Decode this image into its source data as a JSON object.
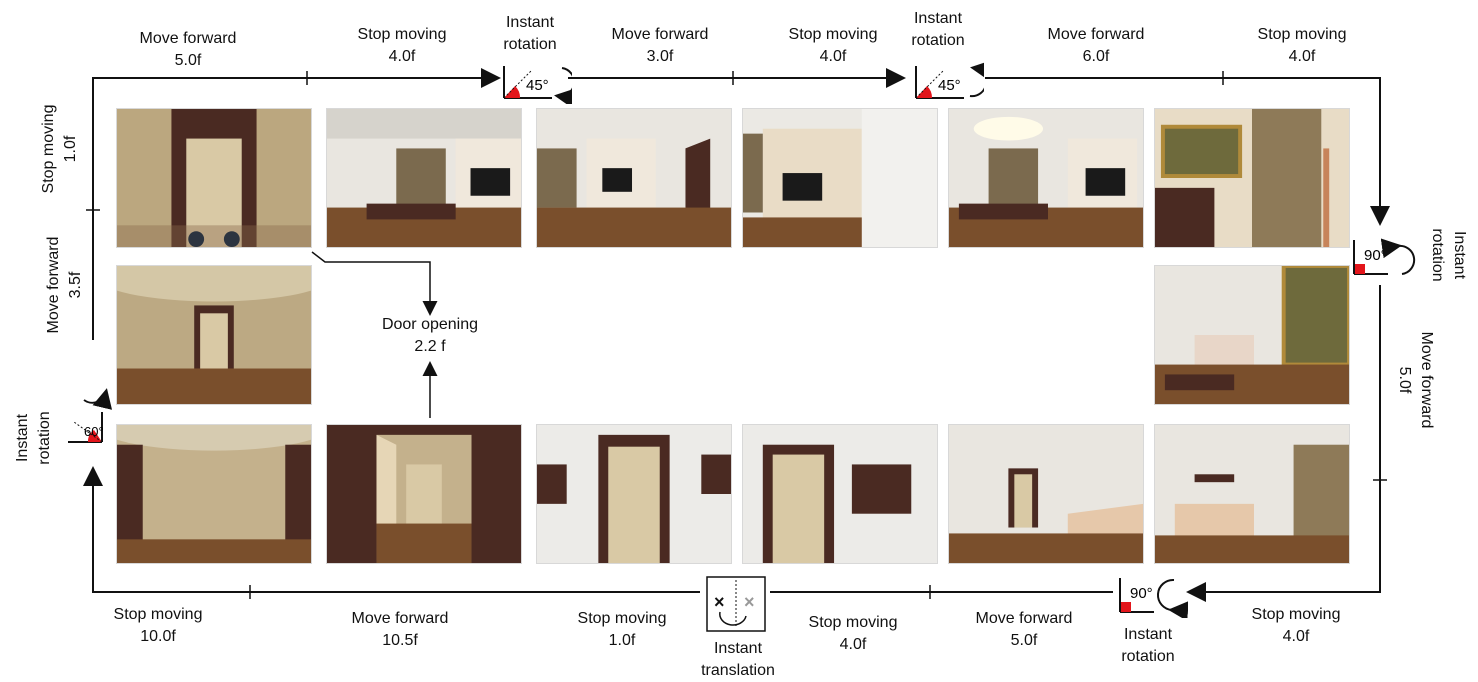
{
  "colors": {
    "line": "#111111",
    "accent": "#e3151b",
    "wall": "#c9b691",
    "floor": "#7a4f2c",
    "door": "#d9c9a5",
    "frame_dark": "#4a2a22"
  },
  "top_labels": [
    {
      "l1": "Move forward",
      "l2": "5.0f"
    },
    {
      "l1": "Stop moving",
      "l2": "4.0f"
    },
    {
      "l1": "Instant",
      "l2": "rotation"
    },
    {
      "l1": "Move forward",
      "l2": "3.0f"
    },
    {
      "l1": "Stop moving",
      "l2": "4.0f"
    },
    {
      "l1": "Instant",
      "l2": "rotation"
    },
    {
      "l1": "Move forward",
      "l2": "6.0f"
    },
    {
      "l1": "Stop moving",
      "l2": "4.0f"
    }
  ],
  "bottom_labels": [
    {
      "l1": "Stop moving",
      "l2": "10.0f"
    },
    {
      "l1": "Move forward",
      "l2": "10.5f"
    },
    {
      "l1": "Stop moving",
      "l2": "1.0f"
    },
    {
      "l1": "Instant",
      "l2": "translation"
    },
    {
      "l1": "Stop moving",
      "l2": "4.0f"
    },
    {
      "l1": "Move forward",
      "l2": "5.0f"
    },
    {
      "l1": "Instant",
      "l2": "rotation"
    },
    {
      "l1": "Stop moving",
      "l2": "4.0f"
    }
  ],
  "left_labels": [
    {
      "l1": "Stop moving",
      "l2": "1.0f"
    },
    {
      "l1": "Move forward",
      "l2": "3.5f"
    },
    {
      "l1": "Instant",
      "l2": "rotation"
    }
  ],
  "right_labels": [
    {
      "l1": "Instant",
      "l2": "rotation"
    },
    {
      "l1": "Move forward",
      "l2": "5.0f"
    }
  ],
  "door_label": {
    "l1": "Door opening",
    "l2": "2.2 f"
  },
  "angles": {
    "top_rot_1": "45°",
    "top_rot_2": "45°",
    "right_rot": "90°",
    "bottom_rot": "90°",
    "left_rot": "60°"
  },
  "frames": [
    {
      "scene": "door-closeup"
    },
    {
      "scene": "living-room"
    },
    {
      "scene": "living-room-turned"
    },
    {
      "scene": "shelves"
    },
    {
      "scene": "living-room"
    },
    {
      "scene": "painting-wall"
    },
    {
      "scene": "corridor"
    },
    {
      "scene": "bedroom-view"
    },
    {
      "scene": "empty-room"
    },
    {
      "scene": "open-door-hall"
    },
    {
      "scene": "door-shelves"
    },
    {
      "scene": "door-shelves"
    },
    {
      "scene": "room-sofa"
    },
    {
      "scene": "room-sofa"
    }
  ]
}
